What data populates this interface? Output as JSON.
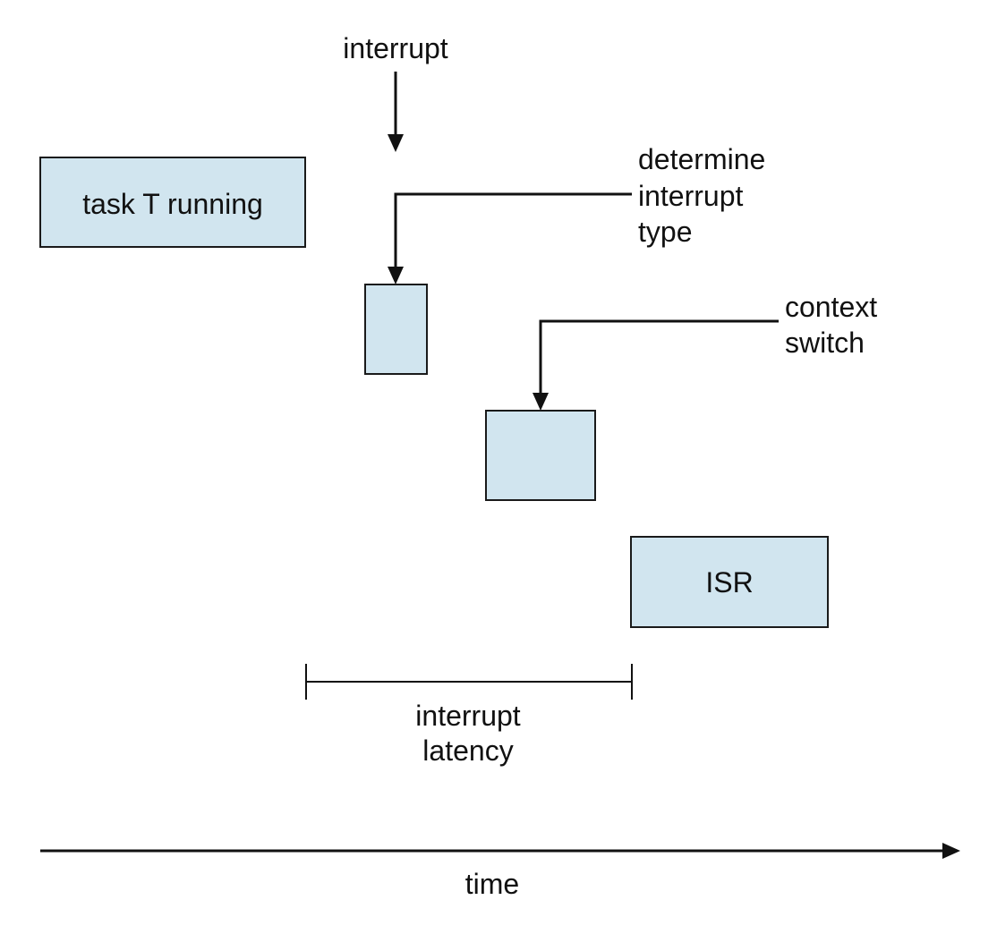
{
  "labels": {
    "interrupt": "interrupt",
    "task_running": "task T running",
    "determine_line1": "determine",
    "determine_line2": "interrupt",
    "determine_line3": "type",
    "context_line1": "context",
    "context_line2": "switch",
    "isr": "ISR",
    "latency_line1": "interrupt",
    "latency_line2": "latency",
    "time": "time"
  },
  "colors": {
    "box_fill": "#d1e5ef",
    "line": "#111111"
  }
}
